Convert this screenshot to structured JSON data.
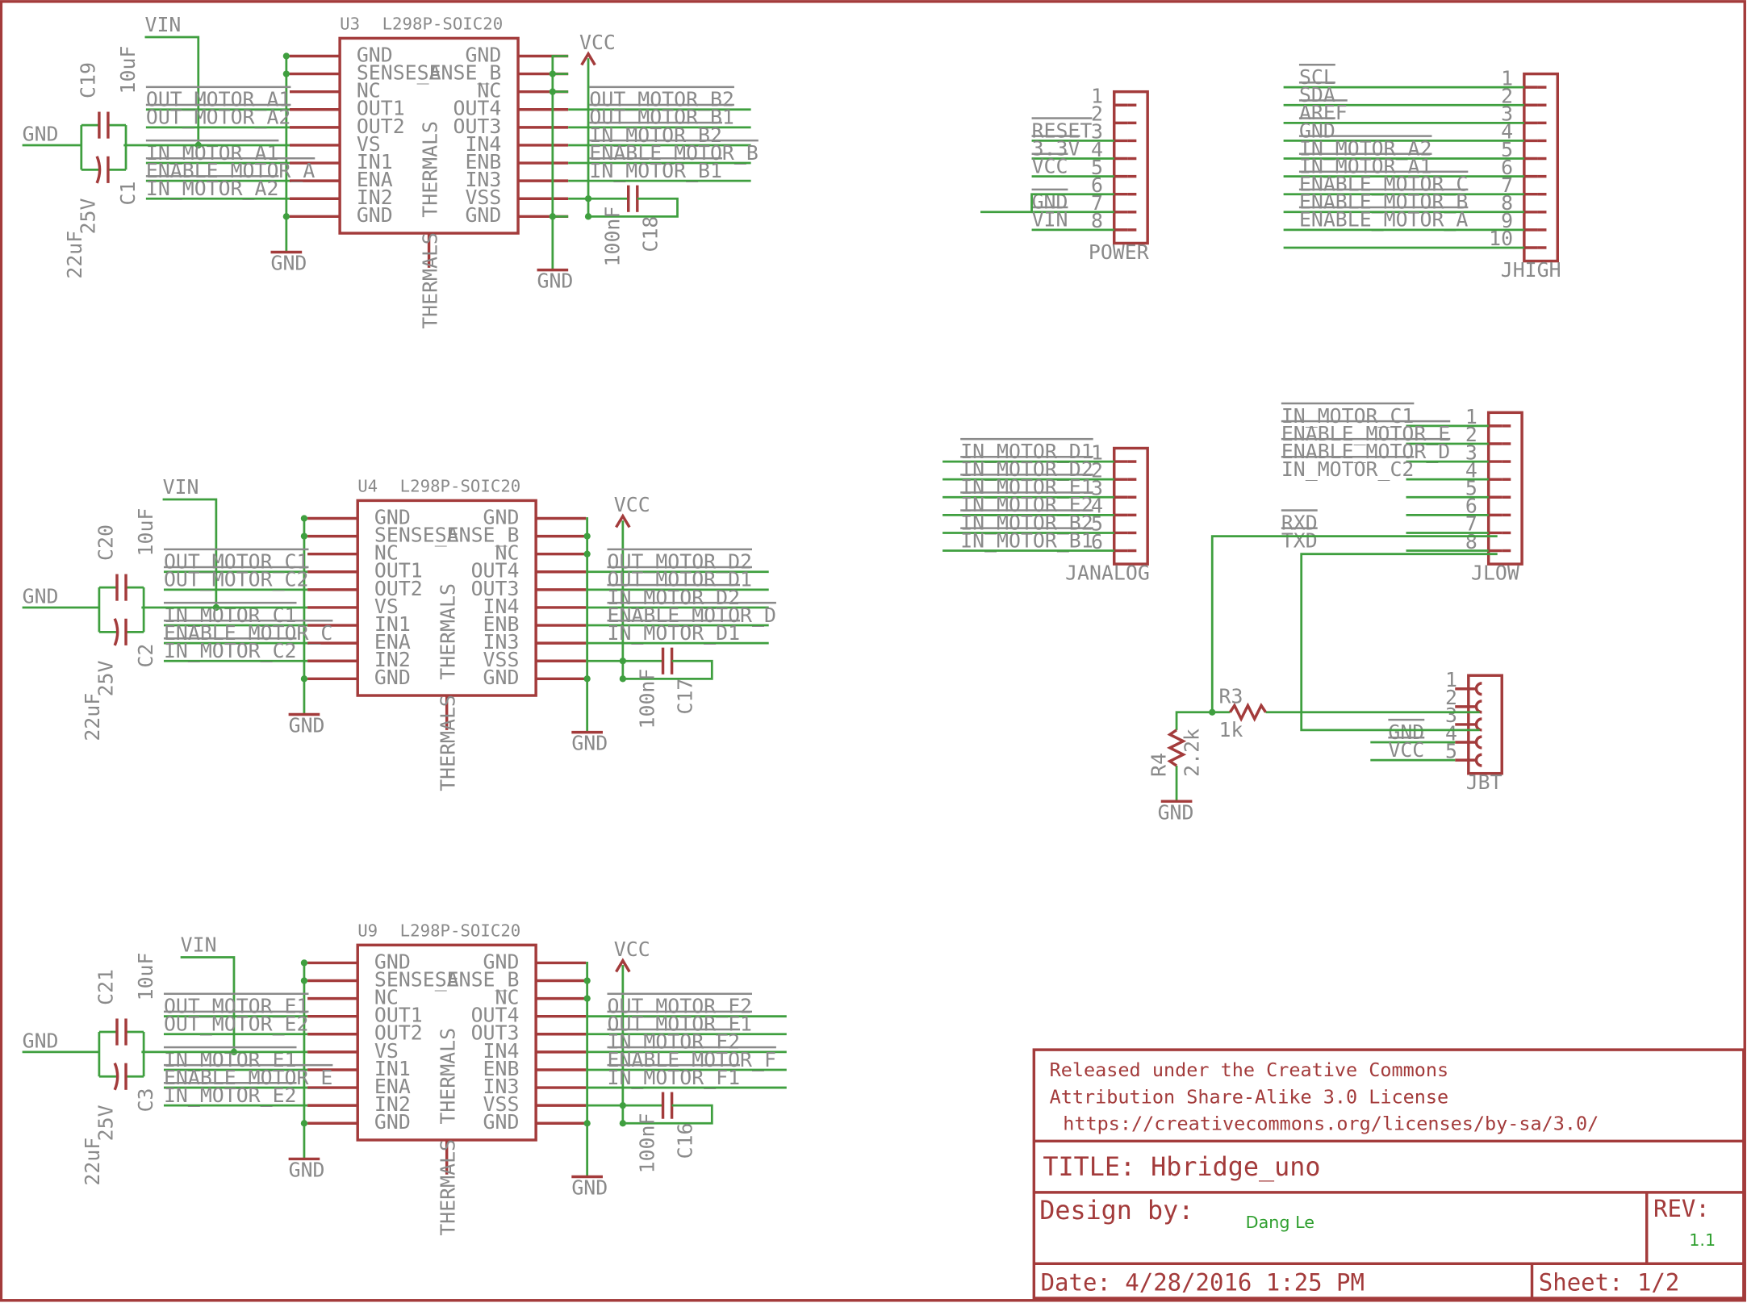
{
  "chips": [
    {
      "ref": "U3",
      "part": "L298P-SOIC20",
      "left_pins": [
        "GND",
        "SENSE_A",
        "NC",
        "OUT1",
        "OUT2",
        "VS",
        "IN1",
        "ENA",
        "IN2",
        "GND"
      ],
      "right_pins": [
        "GND",
        "SENSE_B",
        "NC",
        "OUT4",
        "OUT3",
        "IN4",
        "ENB",
        "IN3",
        "VSS",
        "GND"
      ],
      "thermals": "THERMALS",
      "vin": "VIN",
      "vcc": "VCC",
      "gnd_in": "GND",
      "gnd_left": "GND",
      "gnd_right": "GND",
      "left_nets": [
        "OUT_MOTOR_A1",
        "OUT_MOTOR_A2",
        "IN_MOTOR_A1",
        "ENABLE_MOTOR_A",
        "IN_MOTOR_A2"
      ],
      "right_nets": [
        "OUT_MOTOR_B2",
        "OUT_MOTOR_B1",
        "IN_MOTOR_B2",
        "ENABLE_MOTOR_B",
        "IN_MOTOR_B1"
      ],
      "cap_a": {
        "ref": "C19",
        "value": "10uF"
      },
      "cap_b": {
        "ref": "C1",
        "value": "22uF",
        "rating": "25V"
      },
      "cap_c": {
        "ref": "C18",
        "value": "100nF"
      }
    },
    {
      "ref": "U4",
      "part": "L298P-SOIC20",
      "left_pins": [
        "GND",
        "SENSE_A",
        "NC",
        "OUT1",
        "OUT2",
        "VS",
        "IN1",
        "ENA",
        "IN2",
        "GND"
      ],
      "right_pins": [
        "GND",
        "SENSE_B",
        "NC",
        "OUT4",
        "OUT3",
        "IN4",
        "ENB",
        "IN3",
        "VSS",
        "GND"
      ],
      "thermals": "THERMALS",
      "vin": "VIN",
      "vcc": "VCC",
      "gnd_in": "GND",
      "gnd_left": "GND",
      "gnd_right": "GND",
      "left_nets": [
        "OUT_MOTOR_C1",
        "OUT_MOTOR_C2",
        "IN_MOTOR_C1",
        "ENABLE_MOTOR_C",
        "IN_MOTOR_C2"
      ],
      "right_nets": [
        "OUT_MOTOR_D2",
        "OUT_MOTOR_D1",
        "IN_MOTOR_D2",
        "ENABLE_MOTOR_D",
        "IN_MOTOR_D1"
      ],
      "cap_a": {
        "ref": "C20",
        "value": "10uF"
      },
      "cap_b": {
        "ref": "C2",
        "value": "22uF",
        "rating": "25V"
      },
      "cap_c": {
        "ref": "C17",
        "value": "100nF"
      }
    },
    {
      "ref": "U9",
      "part": "L298P-SOIC20",
      "left_pins": [
        "GND",
        "SENSE_A",
        "NC",
        "OUT1",
        "OUT2",
        "VS",
        "IN1",
        "ENA",
        "IN2",
        "GND"
      ],
      "right_pins": [
        "GND",
        "SENSE_B",
        "NC",
        "OUT4",
        "OUT3",
        "IN4",
        "ENB",
        "IN3",
        "VSS",
        "GND"
      ],
      "thermals": "THERMALS",
      "vin": "VIN",
      "vcc": "VCC",
      "gnd_in": "GND",
      "gnd_left": "GND",
      "gnd_right": "GND",
      "left_nets": [
        "OUT_MOTOR_E1",
        "OUT_MOTOR_E2",
        "IN_MOTOR_E1",
        "ENABLE_MOTOR_E",
        "IN_MOTOR_E2"
      ],
      "right_nets": [
        "OUT_MOTOR_F2",
        "OUT_MOTOR_F1",
        "IN_MOTOR_F2",
        "ENABLE_MOTOR_F",
        "IN_MOTOR_F1"
      ],
      "cap_a": {
        "ref": "C21",
        "value": "10uF"
      },
      "cap_b": {
        "ref": "C3",
        "value": "22uF",
        "rating": "25V"
      },
      "cap_c": {
        "ref": "C16",
        "value": "100nF"
      }
    }
  ],
  "headers": {
    "power": {
      "name": "POWER",
      "pins": [
        {
          "num": "1",
          "net": ""
        },
        {
          "num": "2",
          "net": ""
        },
        {
          "num": "3",
          "net": "RESET"
        },
        {
          "num": "4",
          "net": "3.3V"
        },
        {
          "num": "5",
          "net": "VCC"
        },
        {
          "num": "6",
          "net": ""
        },
        {
          "num": "7",
          "net": "GND"
        },
        {
          "num": "8",
          "net": "VIN"
        }
      ]
    },
    "jhigh": {
      "name": "JHIGH",
      "pins": [
        {
          "num": "1",
          "net": "SCL"
        },
        {
          "num": "2",
          "net": "SDA"
        },
        {
          "num": "3",
          "net": "AREF"
        },
        {
          "num": "4",
          "net": "GND"
        },
        {
          "num": "5",
          "net": "IN_MOTOR_A2"
        },
        {
          "num": "6",
          "net": "IN_MOTOR_A1"
        },
        {
          "num": "7",
          "net": "ENABLE_MOTOR_C"
        },
        {
          "num": "8",
          "net": "ENABLE_MOTOR_B"
        },
        {
          "num": "9",
          "net": "ENABLE_MOTOR_A"
        },
        {
          "num": "10",
          "net": ""
        }
      ]
    },
    "janalog": {
      "name": "JANALOG",
      "pins": [
        {
          "num": "1",
          "net": "IN_MOTOR_D1"
        },
        {
          "num": "2",
          "net": "IN_MOTOR_D2"
        },
        {
          "num": "3",
          "net": "IN_MOTOR_E1"
        },
        {
          "num": "4",
          "net": "IN_MOTOR_E2"
        },
        {
          "num": "5",
          "net": "IN_MOTOR_B2"
        },
        {
          "num": "6",
          "net": "IN_MOTOR_B1"
        }
      ]
    },
    "jlow": {
      "name": "JLOW",
      "pins": [
        {
          "num": "1",
          "net": "IN_MOTOR_C1"
        },
        {
          "num": "2",
          "net": "ENABLE_MOTOR_E"
        },
        {
          "num": "3",
          "net": "ENABLE_MOTOR_D"
        },
        {
          "num": "4",
          "net": "IN_MOTOR_C2"
        },
        {
          "num": "5",
          "net": ""
        },
        {
          "num": "6",
          "net": ""
        },
        {
          "num": "7",
          "net": "RXD"
        },
        {
          "num": "8",
          "net": "TXD"
        }
      ]
    },
    "jbt": {
      "name": "JBT",
      "pins": [
        {
          "num": "1",
          "net": ""
        },
        {
          "num": "2",
          "net": ""
        },
        {
          "num": "3",
          "net": ""
        },
        {
          "num": "4",
          "net": "GND"
        },
        {
          "num": "5",
          "net": "VCC"
        }
      ]
    }
  },
  "resistors": {
    "r3": {
      "ref": "R3",
      "value": "1k"
    },
    "r4": {
      "ref": "R4",
      "value": "2.2k"
    },
    "gnd": "GND"
  },
  "title_block": {
    "license_line1": "Released under the Creative Commons",
    "license_line2": "Attribution Share-Alike 3.0 License",
    "license_url": "https://creativecommons.org/licenses/by-sa/3.0/",
    "title": "TITLE: Hbridge_uno",
    "design_label": "Design by:",
    "designer": "Dang Le",
    "rev_label": "REV:",
    "rev": "1.1",
    "date": "Date: 4/28/2016 1:25 PM",
    "sheet": "Sheet: 1/2"
  },
  "colors": {
    "symbol": "#a33b3b",
    "wire": "#3f9f3f",
    "label": "#8a8a8a",
    "frame": "#a33b3b"
  }
}
